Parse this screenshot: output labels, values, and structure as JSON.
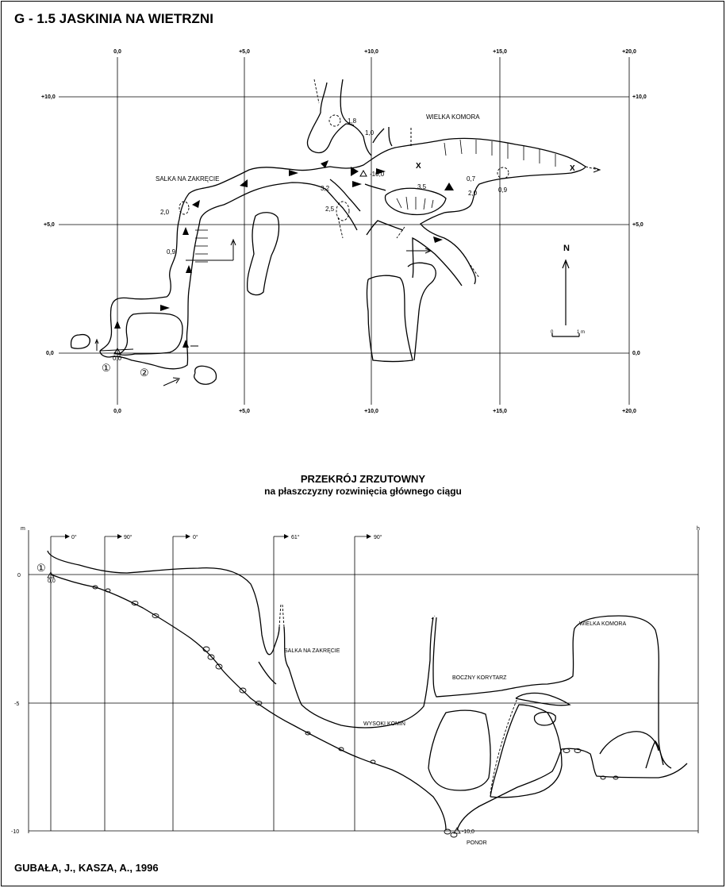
{
  "title": "G - 1.5  JASKINIA NA WIETRZNI",
  "author": "GUBAŁA, J., KASZA, A., 1996",
  "plan": {
    "x_ticks": [
      "0,0",
      "+5,0",
      "+10,0",
      "+15,0",
      "+20,0"
    ],
    "y_ticks": [
      "+10,0",
      "+5,0",
      "0,0"
    ],
    "labels": {
      "wielka_komora": "WIELKA KOMORA",
      "salka_na_zakrecie": "SALKA NA ZAKRĘCIE"
    },
    "heights": [
      "1,8",
      "1,0",
      "3,2",
      "2,5",
      "3,5",
      "0,7",
      "2,0",
      "0,9",
      "2,0",
      "0,9",
      "0,0"
    ],
    "depth_mark": "-10,0",
    "cross_marks": [
      "X",
      "X"
    ],
    "entrance_markers": [
      "①",
      "②"
    ],
    "north": "N",
    "scale": {
      "start": "0",
      "end": "1 m"
    }
  },
  "section": {
    "title_line1": "PRZEKRÓJ ZRZUTOWNY",
    "title_line2": "na płaszczyzny rozwinięcia  głównego ciągu",
    "left_unit": "m",
    "right_unit": "h",
    "y_ticks": [
      "0",
      "-5",
      "-10"
    ],
    "bearings": [
      "0°",
      "90°",
      "0°",
      "61°",
      "90°"
    ],
    "labels": {
      "salka_na_zakrecie": "SALKA NA ZAKRĘCIE",
      "boczny_korytarz": "BOCZNY KORYTARZ",
      "wielka_komora": "WIELKA KOMORA",
      "wysoki_komin": "WYSOKI KOMIN",
      "ponor": "PONOR"
    },
    "entrance_marker": "①",
    "start_mark": "0,0",
    "depth_mark": "-10,0"
  }
}
